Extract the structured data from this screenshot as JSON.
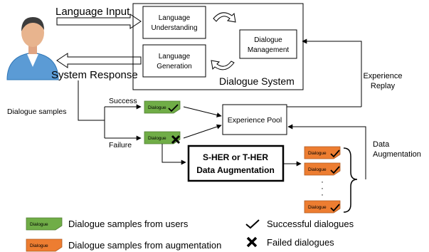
{
  "labels": {
    "language_input": "Language Input",
    "system_response": "System Response",
    "dialogue_system": "Dialogue System",
    "experience_replay_1": "Experience",
    "experience_replay_2": "Replay",
    "dialogue_samples": "Dialogue samples",
    "success": "Success",
    "failure": "Failure",
    "data_augmentation_1": "Data",
    "data_augmentation_2": "Augmentation",
    "ellipsis": "·"
  },
  "boxes": {
    "lu_1": "Language",
    "lu_2": "Understanding",
    "lg_1": "Language",
    "lg_2": "Generation",
    "dm_1": "Dialogue",
    "dm_2": "Management",
    "pool": "Experience Pool",
    "her_1": "S-HER or T-HER",
    "her_2": "Data Augmentation"
  },
  "tag_text": "Dialogue",
  "legend": {
    "from_users": "Dialogue samples from users",
    "from_aug": "Dialogue samples from augmentation",
    "successful": "Successful dialogues",
    "failed": "Failed dialogues"
  },
  "colors": {
    "user_sample": "#70ad47",
    "aug_sample": "#ed7d31"
  }
}
